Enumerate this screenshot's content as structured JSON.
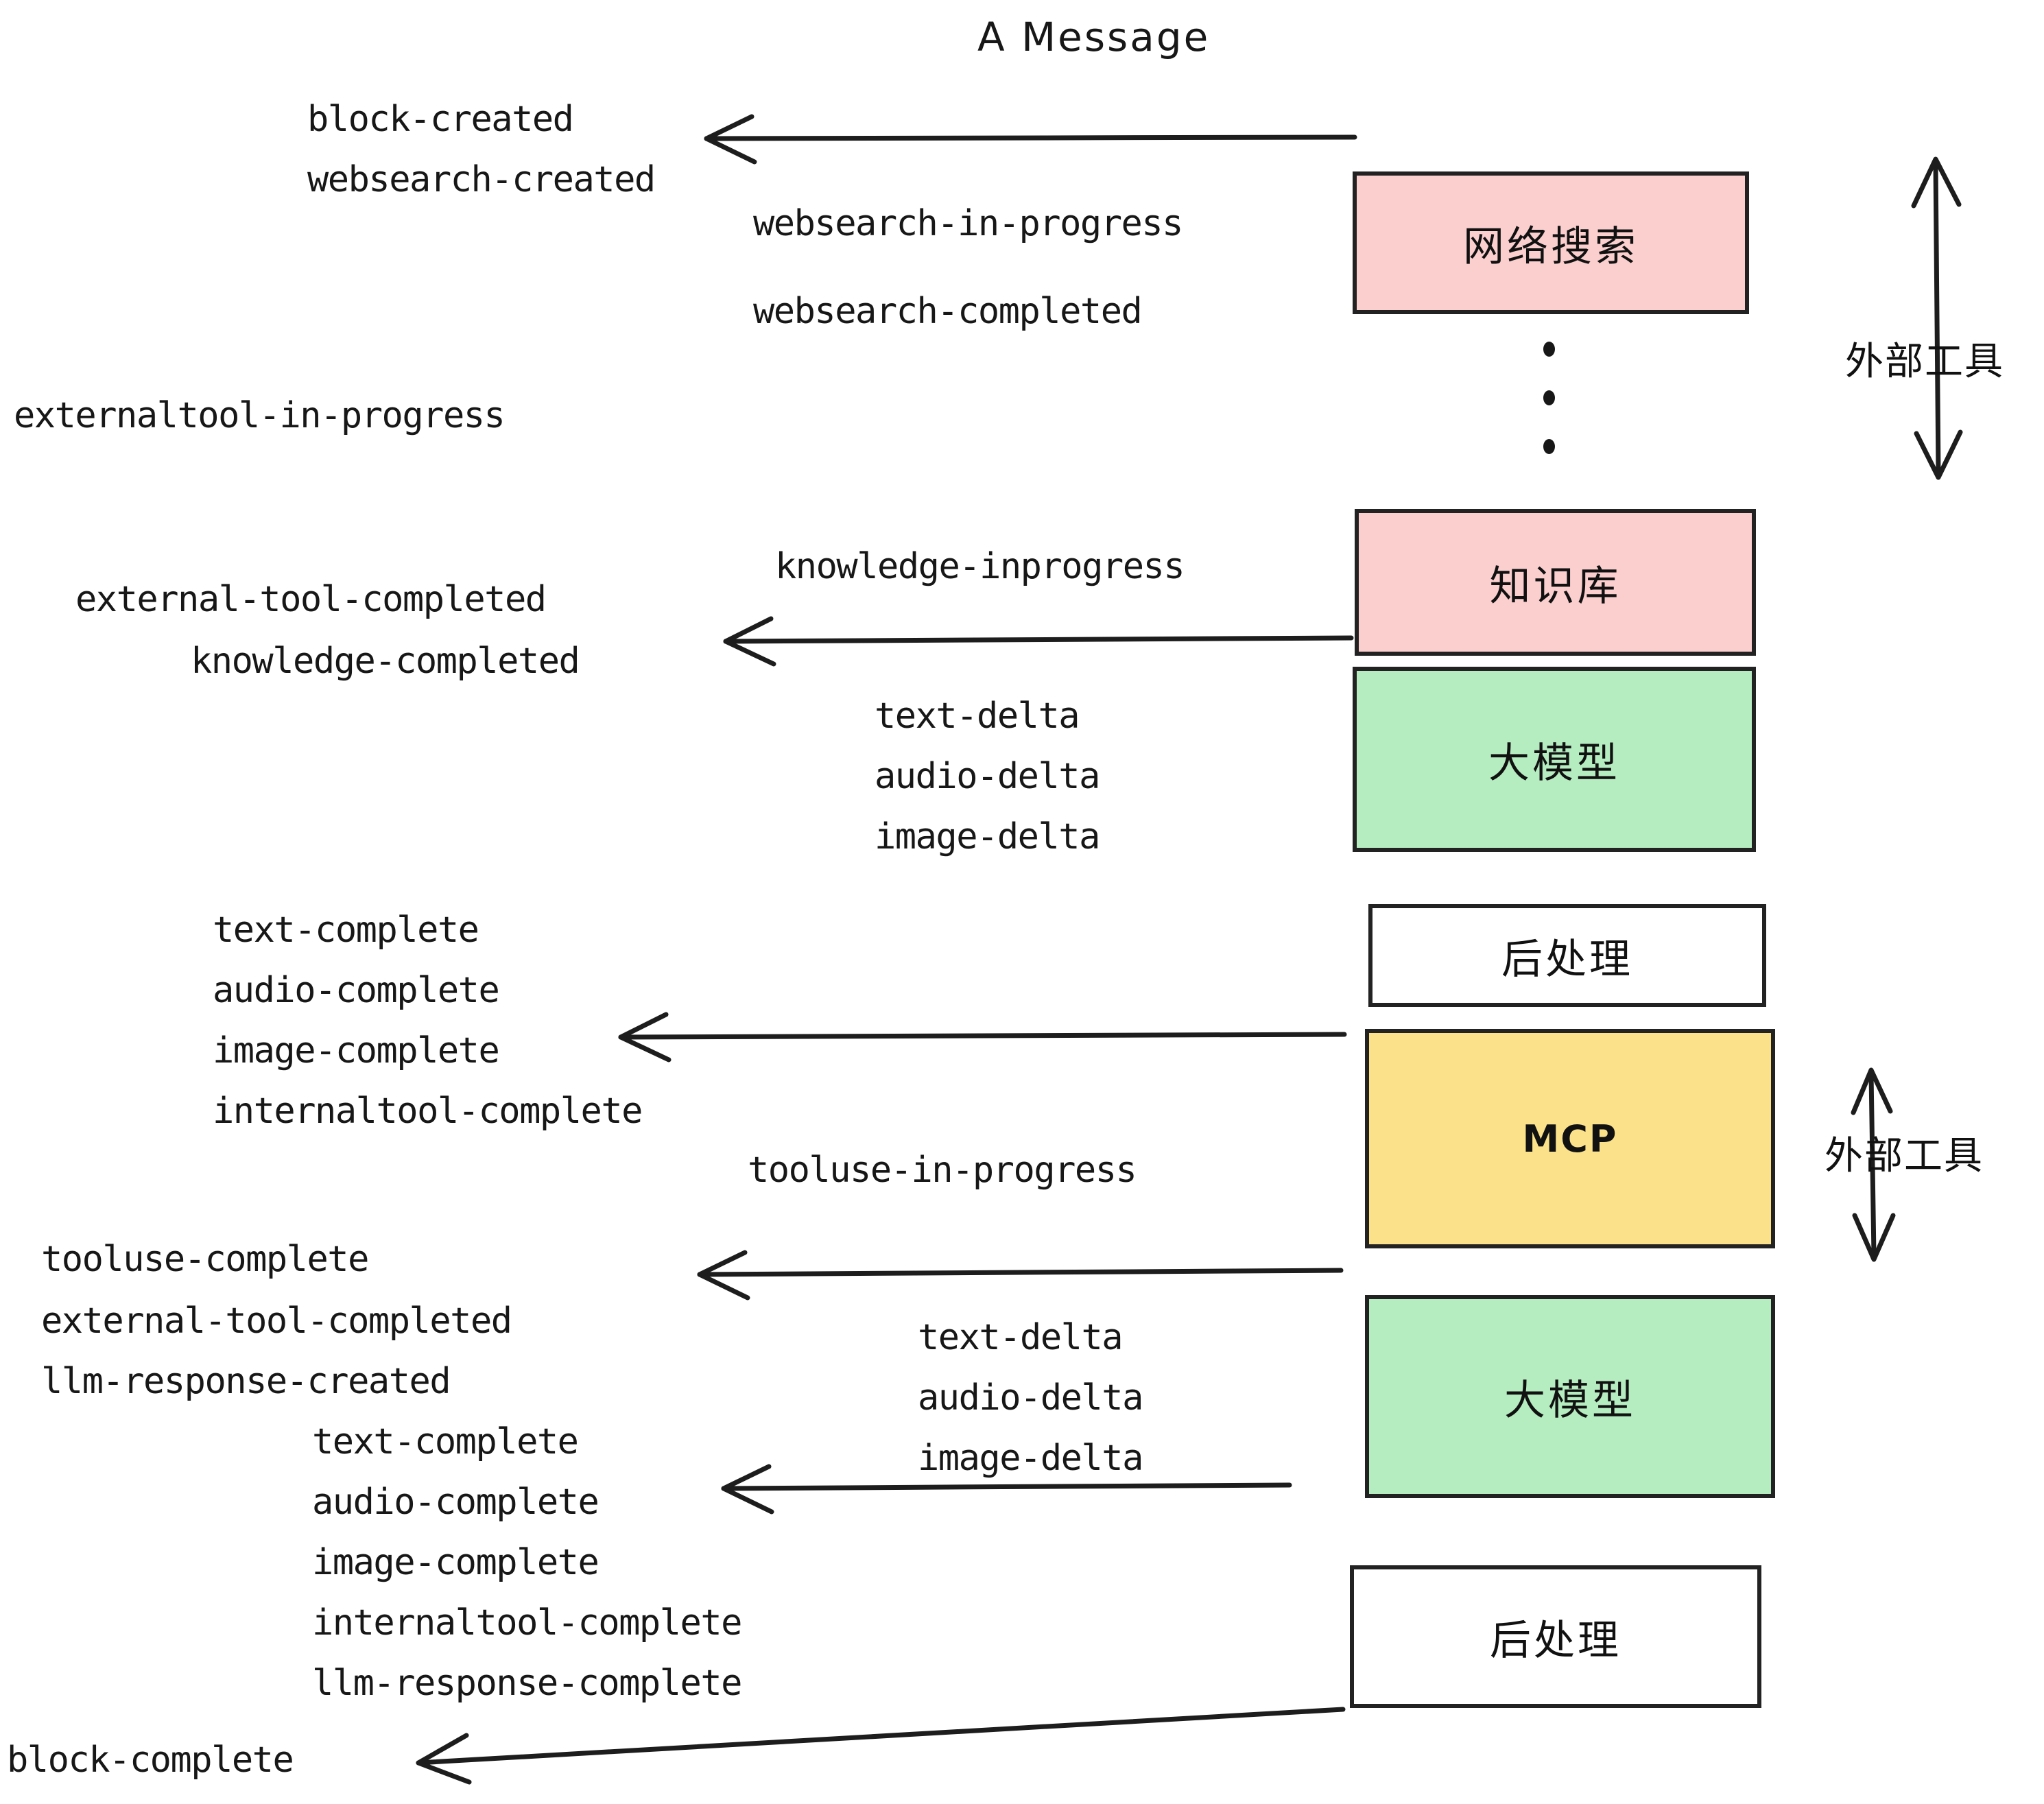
{
  "title": "A Message",
  "colors": {
    "pink": "#fccfcf",
    "green": "#b5ecc0",
    "yellow": "#fbe28a",
    "white": "#ffffff",
    "stroke": "#222222",
    "text": "#171717"
  },
  "boxes": {
    "websearch": "网络搜索",
    "knowledge": "知识库",
    "llm_1": "大模型",
    "postprocess_1": "后处理",
    "mcp": "MCP",
    "llm_2": "大模型",
    "postprocess_2": "后处理"
  },
  "side_labels": {
    "external_tool_top": "外部工具",
    "external_tool_bottom": "外部工具"
  },
  "events": {
    "block_created": "block-created",
    "websearch_created": "websearch-created",
    "websearch_in_progress": "websearch-in-progress",
    "websearch_completed": "websearch-completed",
    "externaltool_in_progress": "externaltool-in-progress",
    "knowledge_inprogress": "knowledge-inprogress",
    "external_tool_completed_1": "external-tool-completed",
    "knowledge_completed": "knowledge-completed",
    "text_delta_1": "text-delta",
    "audio_delta_1": "audio-delta",
    "image_delta_1": "image-delta",
    "text_complete_1": "text-complete",
    "audio_complete_1": "audio-complete",
    "image_complete_1": "image-complete",
    "internaltool_complete_1": "internaltool-complete",
    "tooluse_in_progress": "tooluse-in-progress",
    "tooluse_complete": "tooluse-complete",
    "external_tool_completed_2": "external-tool-completed",
    "llm_response_created": "llm-response-created",
    "text_delta_2": "text-delta",
    "audio_delta_2": "audio-delta",
    "image_delta_2": "image-delta",
    "text_complete_2": "text-complete",
    "audio_complete_2": "audio-complete",
    "image_complete_2": "image-complete",
    "internaltool_complete_2": "internaltool-complete",
    "llm_response_complete": "llm-response-complete",
    "block_complete": "block-complete"
  }
}
